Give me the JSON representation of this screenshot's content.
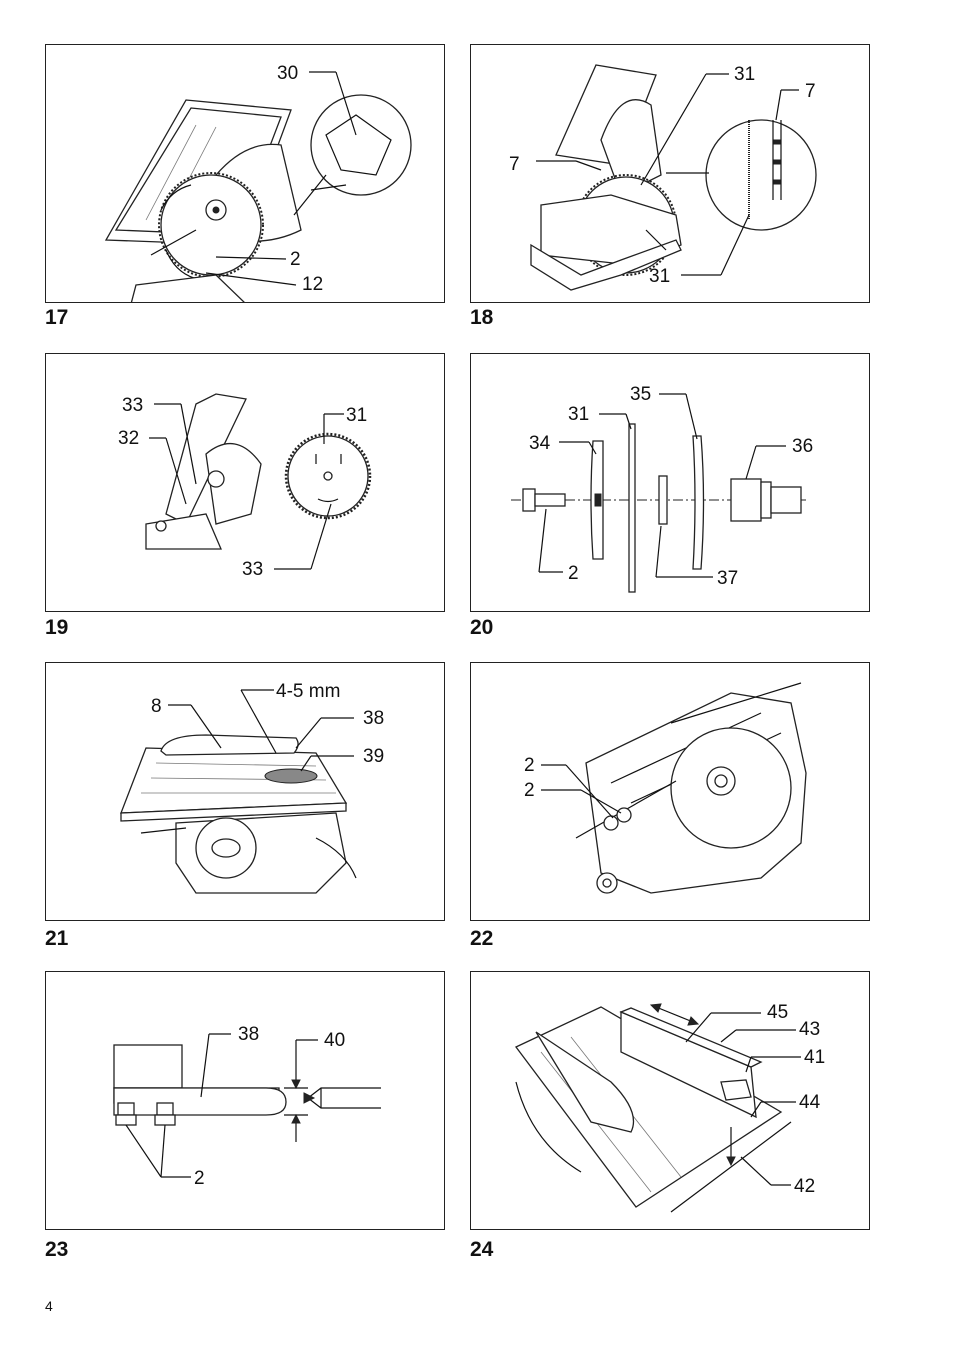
{
  "page_number": "4",
  "figures": [
    {
      "number": "17",
      "callouts": [
        "30",
        "2",
        "12"
      ]
    },
    {
      "number": "18",
      "callouts": [
        "31",
        "7",
        "7",
        "31"
      ]
    },
    {
      "number": "19",
      "callouts": [
        "33",
        "32",
        "31",
        "33"
      ]
    },
    {
      "number": "20",
      "callouts": [
        "35",
        "31",
        "34",
        "36",
        "2",
        "37"
      ]
    },
    {
      "number": "21",
      "callouts": [
        "8",
        "4-5 mm",
        "38",
        "39"
      ]
    },
    {
      "number": "22",
      "callouts": [
        "2",
        "2"
      ]
    },
    {
      "number": "23",
      "callouts": [
        "38",
        "40",
        "2"
      ]
    },
    {
      "number": "24",
      "callouts": [
        "45",
        "43",
        "41",
        "44",
        "42"
      ]
    }
  ]
}
